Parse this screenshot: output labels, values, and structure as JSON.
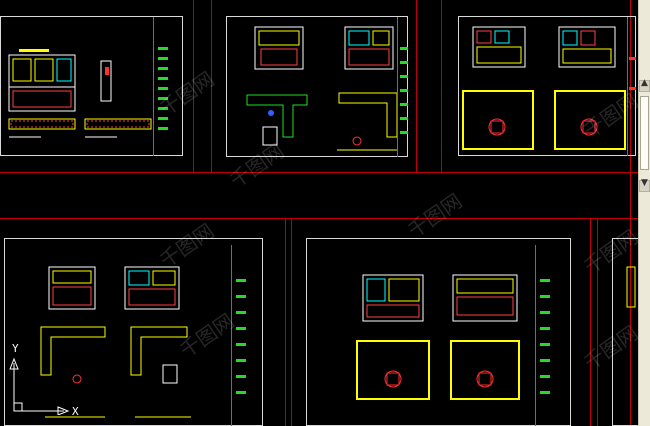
{
  "app": {
    "view": "model-space",
    "canvas_color": "#000000",
    "layout_line_color": "#c00000",
    "sheet_border_color": "#d9d9d9"
  },
  "ucs": {
    "x_label": "X",
    "y_label": "Y"
  },
  "watermark": {
    "text": "千图网"
  },
  "scrollbar": {
    "up_glyph": "▲",
    "down_glyph": "▼"
  }
}
